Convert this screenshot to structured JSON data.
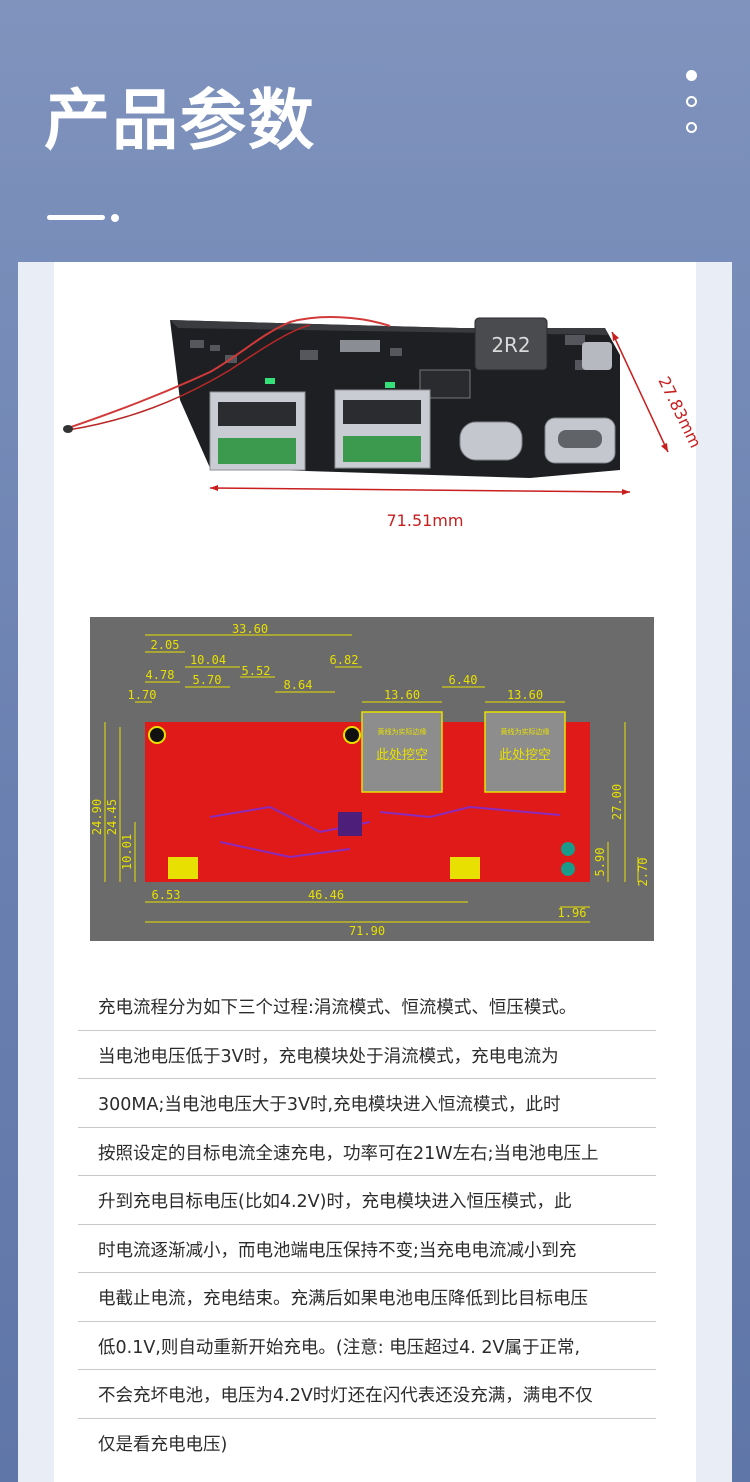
{
  "header": {
    "title": "产品参数"
  },
  "product_photo": {
    "dimension_width": "71.51mm",
    "dimension_height": "27.83mm",
    "inductor_label": "2R2"
  },
  "schematic": {
    "top_dims": [
      "33.60",
      "2.05",
      "10.04",
      "4.78",
      "5.70",
      "1.70",
      "5.52",
      "8.64",
      "6.82",
      "13.60",
      "6.40",
      "13.60"
    ],
    "left_dims": [
      "24.90",
      "24.45",
      "10.01"
    ],
    "right_dims": [
      "27.00",
      "5.90",
      "2.70"
    ],
    "bottom_dims": [
      "6.53",
      "46.46",
      "71.90",
      "1.96"
    ],
    "cutout_label_1": "此处挖空",
    "cutout_label_2": "此处挖空",
    "cutout_note_1": "黄线为实际边缘",
    "cutout_note_2": "黄线为实际边缘"
  },
  "description": {
    "lines": [
      "充电流程分为如下三个过程:涓流模式、恒流模式、恒压模式。",
      "当电池电压低于3V时，充电模块处于涓流模式，充电电流为",
      "300MA;当电池电压大于3V时,充电模块进入恒流模式，此时",
      "按照设定的目标电流全速充电，功率可在21W左右;当电池电压上",
      "升到充电目标电压(比如4.2V)时，充电模块进入恒压模式，此",
      "时电流逐渐减小，而电池端电压保持不变;当充电电流减小到充",
      "电截止电流，充电结束。充满后如果电池电压降低到比目标电压",
      "低0.1V,则自动重新开始充电。(注意: 电压超过4. 2V属于正常,",
      "不会充坏电池，电压为4.2V时灯还在闪代表还没充满，满电不仅",
      "仅是看充电电压)"
    ]
  }
}
